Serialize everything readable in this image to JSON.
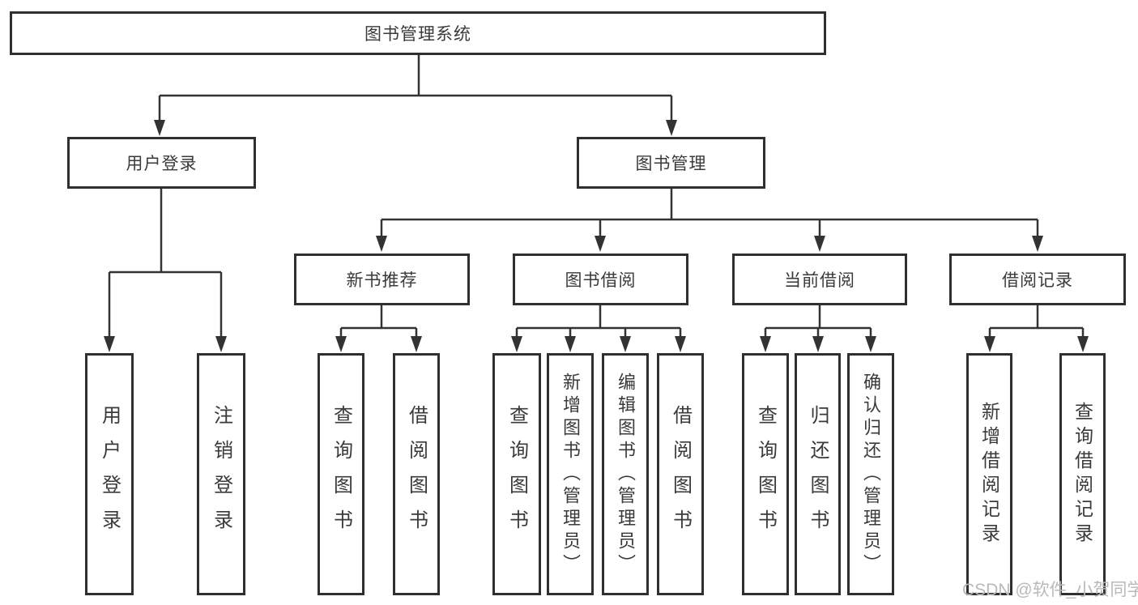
{
  "tree": {
    "label": "图书管理系统",
    "children": [
      {
        "label": "用户登录",
        "children": [
          {
            "label": "用户登录"
          },
          {
            "label": "注销登录"
          }
        ]
      },
      {
        "label": "图书管理",
        "children": [
          {
            "label": "新书推荐",
            "children": [
              {
                "label": "查询图书"
              },
              {
                "label": "借阅图书"
              }
            ]
          },
          {
            "label": "图书借阅",
            "children": [
              {
                "label": "查询图书"
              },
              {
                "label": "新增图书（管理员）"
              },
              {
                "label": "编辑图书（管理员）"
              },
              {
                "label": "借阅图书"
              }
            ]
          },
          {
            "label": "当前借阅",
            "children": [
              {
                "label": "查询图书"
              },
              {
                "label": "归还图书"
              },
              {
                "label": "确认归还（管理员）"
              }
            ]
          },
          {
            "label": "借阅记录",
            "children": [
              {
                "label": "新增借阅记录"
              },
              {
                "label": "查询借阅记录"
              }
            ]
          }
        ]
      }
    ]
  },
  "watermark": "CSDN @软件_小贺同学",
  "colors": {
    "line": "#333333",
    "box_border": "#2f2f2f",
    "text": "#3a3a3a",
    "background": "#ffffff",
    "watermark": "#b9b9b9"
  }
}
